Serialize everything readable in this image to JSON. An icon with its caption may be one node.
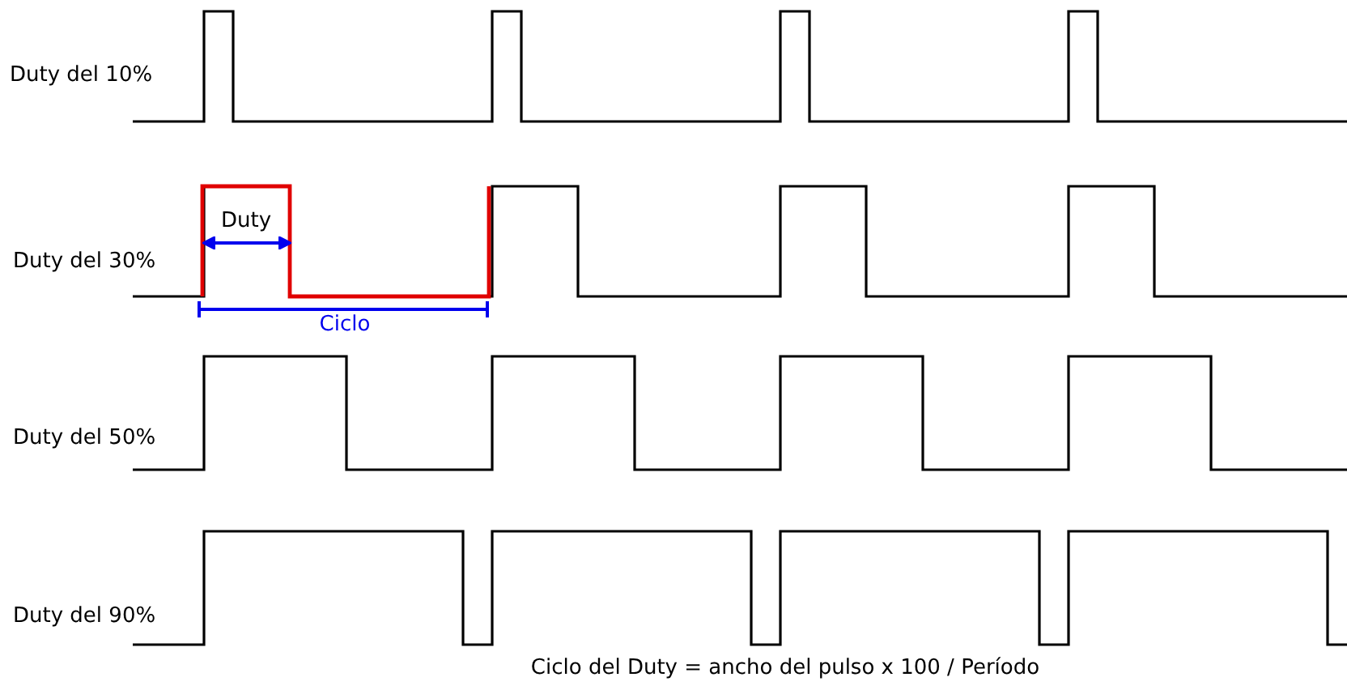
{
  "diagram": {
    "labels": [
      "Duty del 10%",
      "Duty del 30%",
      "Duty",
      "Ciclo",
      "Duty del 50%",
      "Duty del 90%",
      "Ciclo del Duty = ancho del pulso x 100 / Período"
    ]
  }
}
